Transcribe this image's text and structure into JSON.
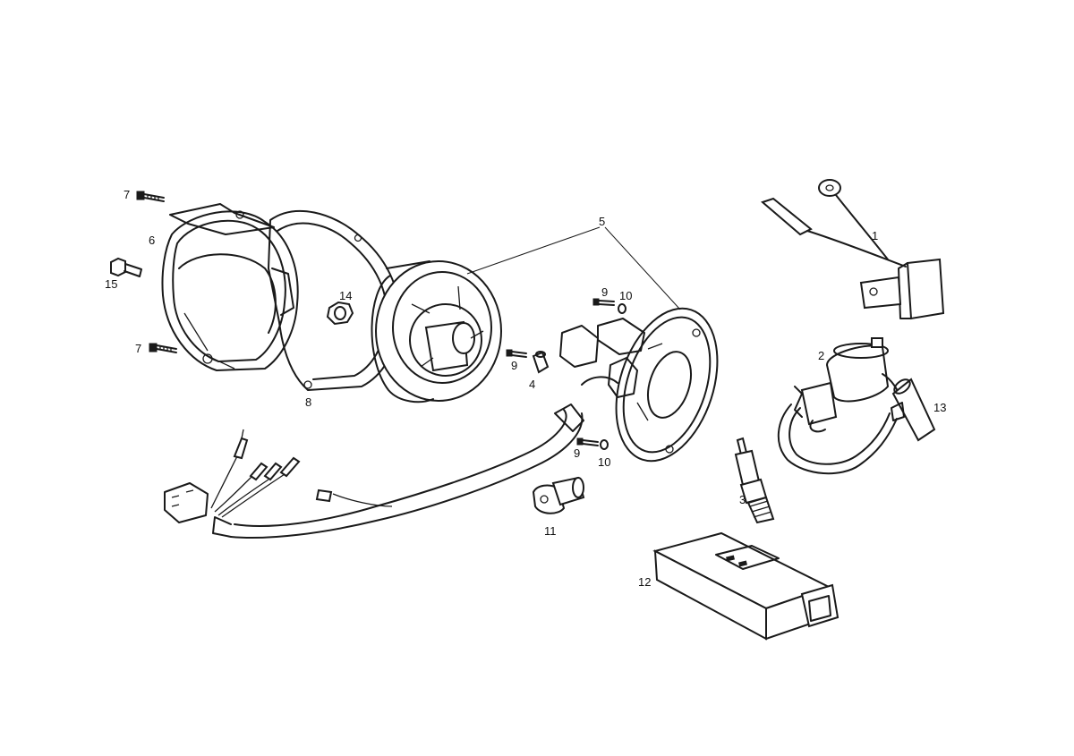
{
  "callouts": [
    {
      "id": "label-1",
      "text": "1"
    },
    {
      "id": "label-2",
      "text": "2"
    },
    {
      "id": "label-3",
      "text": "3"
    },
    {
      "id": "label-4",
      "text": "4"
    },
    {
      "id": "label-5",
      "text": "5"
    },
    {
      "id": "label-6",
      "text": "6"
    },
    {
      "id": "label-7a",
      "text": "7"
    },
    {
      "id": "label-7b",
      "text": "7"
    },
    {
      "id": "label-8",
      "text": "8"
    },
    {
      "id": "label-9a",
      "text": "9"
    },
    {
      "id": "label-9b",
      "text": "9"
    },
    {
      "id": "label-9c",
      "text": "9"
    },
    {
      "id": "label-10a",
      "text": "10"
    },
    {
      "id": "label-10b",
      "text": "10"
    },
    {
      "id": "label-11",
      "text": "11"
    },
    {
      "id": "label-12",
      "text": "12"
    },
    {
      "id": "label-13",
      "text": "13"
    },
    {
      "id": "label-14",
      "text": "14"
    },
    {
      "id": "label-15",
      "text": "15"
    }
  ]
}
